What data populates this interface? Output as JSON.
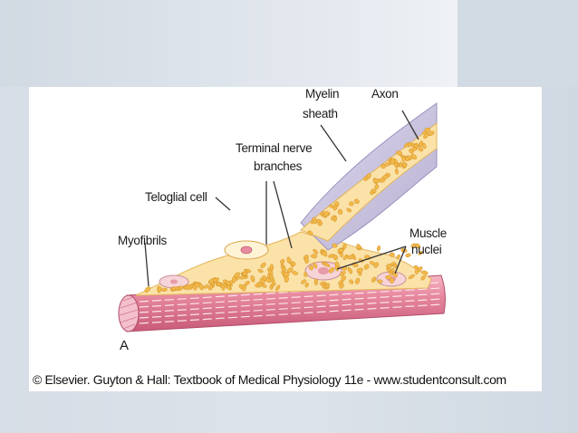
{
  "figure": {
    "labels": {
      "myelin_sheath_line1": "Myelin",
      "myelin_sheath_line2": "sheath",
      "axon": "Axon",
      "terminal_line1": "Terminal nerve",
      "terminal_line2": "branches",
      "teloglial_cell": "Teloglial cell",
      "myofibrils": "Myofibrils",
      "muscle_nuclei_line1": "Muscle",
      "muscle_nuclei_line2": "nuclei",
      "panel_letter": "A"
    },
    "caption": "© Elsevier. Guyton & Hall: Textbook of Medical Physiology 11e - www.studentconsult.com",
    "colors": {
      "muscle_fiber": "#e88aa0",
      "muscle_fiber_dark": "#c85a78",
      "nerve_terminal": "#fbe2a8",
      "vesicles": "#f2b84a",
      "myelin": "#c9c3de",
      "nucleus": "#f6d4d8"
    }
  }
}
